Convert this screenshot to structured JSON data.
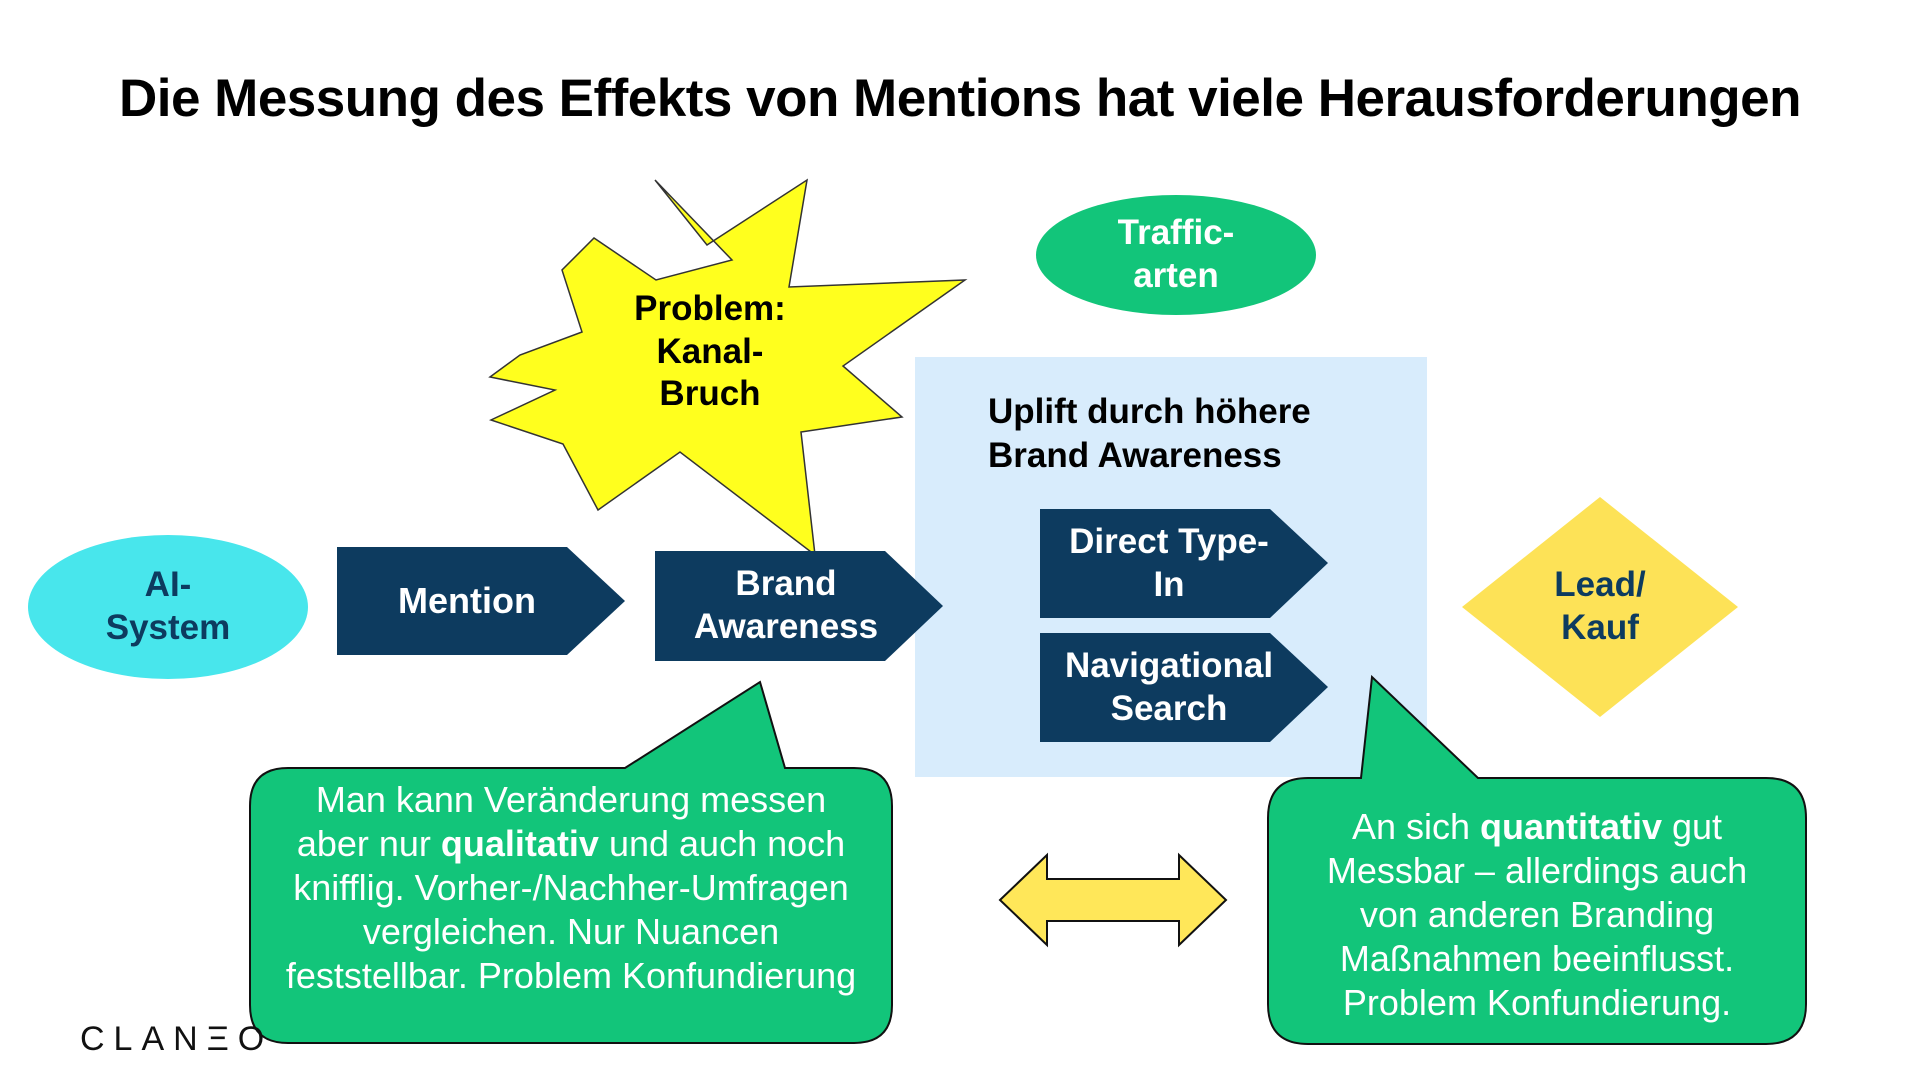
{
  "title": "Die Messung des Effekts von Mentions hat viele Herausforderungen",
  "colors": {
    "navy": "#0d3b5f",
    "cyan": "#48e6ec",
    "green": "#12c57a",
    "yellow_burst": "#ffff1e",
    "diamond": "#fde257",
    "light_blue_box": "#d8ecfc",
    "arrow_yellow": "#ffe759"
  },
  "nodes": {
    "ai_system": "AI-\nSystem",
    "mention": "Mention",
    "brand_awareness": "Brand\nAwareness",
    "direct_type_in": "Direct Type-\nIn",
    "navigational_search": "Navigational\nSearch",
    "lead_kauf": "Lead/\nKauf",
    "traffic_arten": "Traffic-\narten",
    "problem_burst": "Problem:\nKanal-\nBruch"
  },
  "uplift_box": {
    "heading": "Uplift durch höhere\nBrand Awareness"
  },
  "callout_left": {
    "part1": "Man kann Veränderung messen aber nur ",
    "bold": "qualitativ",
    "part2": " und auch noch knifflig. Vorher-/Nachher-Umfragen vergleichen. Nur Nuancen feststellbar. Problem Konfundierung"
  },
  "callout_right": {
    "part1": "An sich ",
    "bold": "quantitativ",
    "part2": " gut Messbar – allerdings auch von anderen Branding Maßnahmen beeinflusst. Problem Konfundierung."
  },
  "logo": "CLANΞO"
}
